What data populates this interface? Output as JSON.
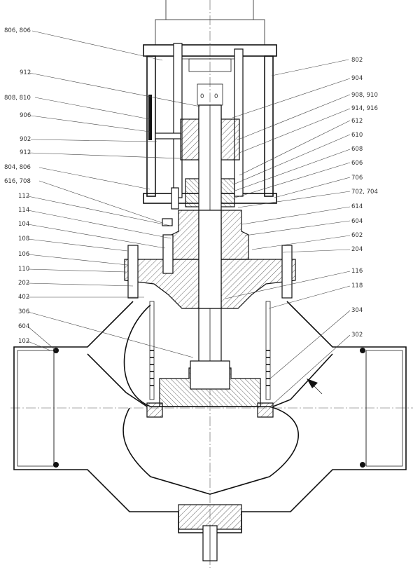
{
  "callouts_left": [
    "806, 806",
    "912",
    "808, 810",
    "906",
    "902",
    "912",
    "804, 806",
    "616, 708",
    "112",
    "114",
    "104",
    "108",
    "106",
    "110",
    "202",
    "402",
    "306",
    "604",
    "102"
  ],
  "callouts_right": [
    "802",
    "904",
    "908, 910",
    "914, 916",
    "612",
    "610",
    "608",
    "606",
    "706",
    "702, 704",
    "614",
    "604",
    "602",
    "204",
    "116",
    "118",
    "304",
    "302"
  ]
}
